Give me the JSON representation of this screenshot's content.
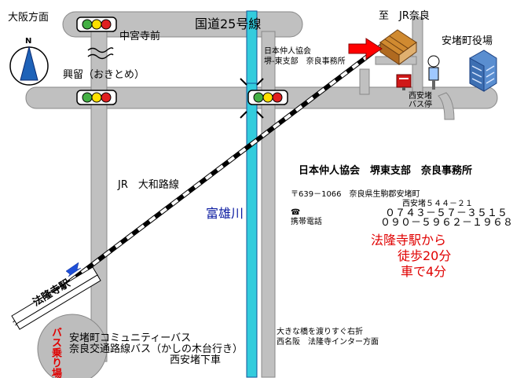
{
  "labels": {
    "osaka": "大阪方面",
    "north": "N",
    "nakamiya": "中宮寺前",
    "route25": "国道25号線",
    "jr_nara": "至　JR奈良",
    "okitome": "興留（おきとめ）",
    "yakuba": "安堵町役場",
    "assoc_1": "日本仲人協会",
    "assoc_2": "堺-東支部　奈良事務所",
    "nishi_bus": "西安堵\nバス停",
    "yamatoji": "JR　大和路線",
    "river": "富雄川",
    "station": "法隆寺駅",
    "bus_stop": "バス乗り場",
    "community": "安堵町コミュニティーバス",
    "nara_kotsu": "奈良交通路線バス（かしの木台行き）",
    "geshya": "西安堵下車",
    "bridge_1": "大きな橋を渡りすぐ右折",
    "bridge_2": "西名阪　法隆寺インター方面"
  },
  "office": {
    "title": "日本仲人協会　堺東支部　奈良事務所",
    "postal": "〒639－1066　奈良県生駒郡安堵町",
    "address": "西安堵５４４－２１",
    "tel_label": "☎",
    "tel": "０７４３－５７－３５１５",
    "mobile_label": "携帯電話",
    "mobile": "０９０－５９６２－１９６８"
  },
  "access": {
    "line1": "法隆寺駅から",
    "line2": "徒歩20分",
    "line3": "車で4分"
  },
  "colors": {
    "road": "#c0c0c0",
    "road_edge": "#888888",
    "river": "#33ccdd",
    "rail": "#000000",
    "accent_red": "#e00000",
    "map_text_blue": "#0a1aa0",
    "compass_blue": "#1e62b8"
  }
}
